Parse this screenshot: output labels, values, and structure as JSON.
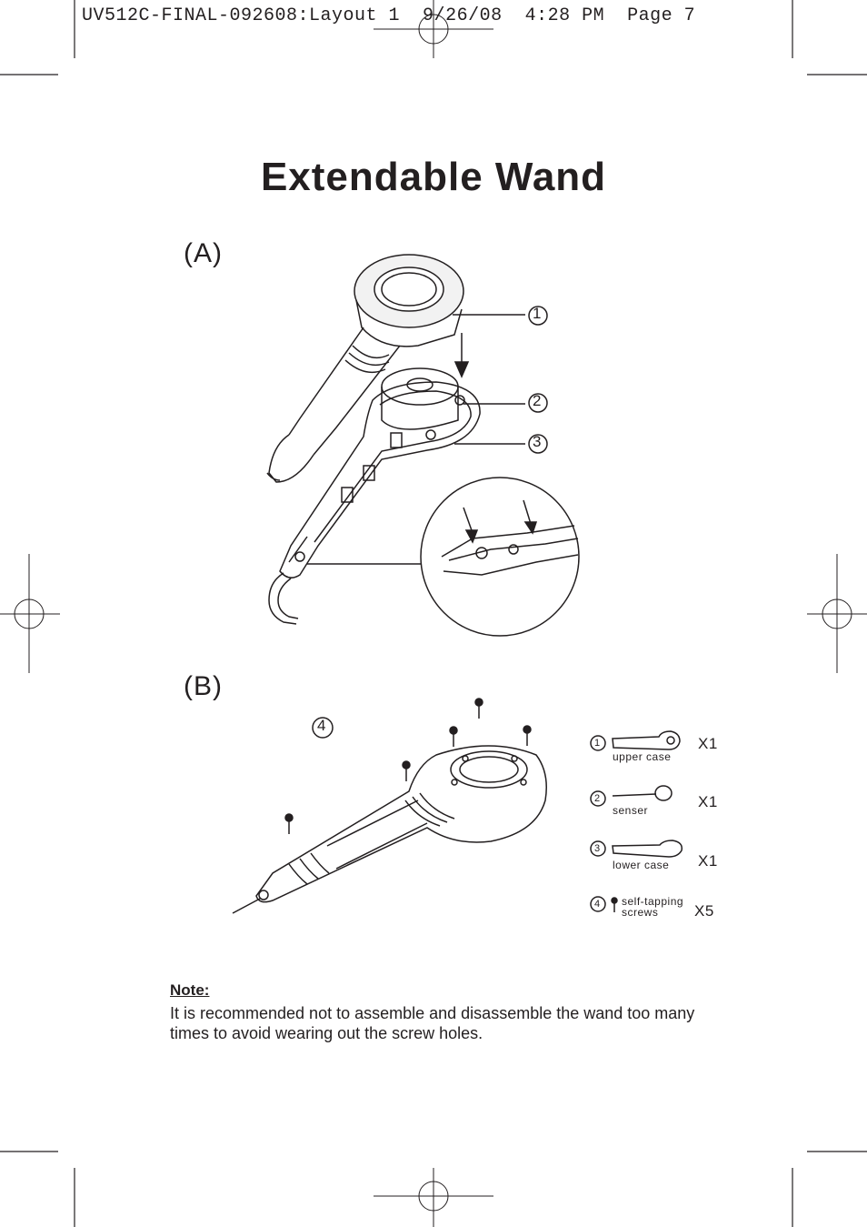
{
  "header": {
    "slug": "UV512C-FINAL-092608:Layout 1  9/26/08  4:28 PM  Page 7"
  },
  "title": "Extendable Wand",
  "section_a": {
    "label": "(A)",
    "callouts": [
      "1",
      "2",
      "3"
    ]
  },
  "section_b": {
    "label": "(B)",
    "callout": "4",
    "parts": [
      {
        "num": "1",
        "name": "upper case",
        "qty": "X1"
      },
      {
        "num": "2",
        "name": "senser",
        "qty": "X1"
      },
      {
        "num": "3",
        "name": "lower case",
        "qty": "X1"
      },
      {
        "num": "4",
        "name": "self-tapping screws",
        "name_line1": "self-tapping",
        "name_line2": "screws",
        "qty": "X5"
      }
    ]
  },
  "note": {
    "heading": "Note:",
    "text": "It is recommended not to assemble and disassemble the wand too many times to avoid wearing out the screw holes."
  }
}
